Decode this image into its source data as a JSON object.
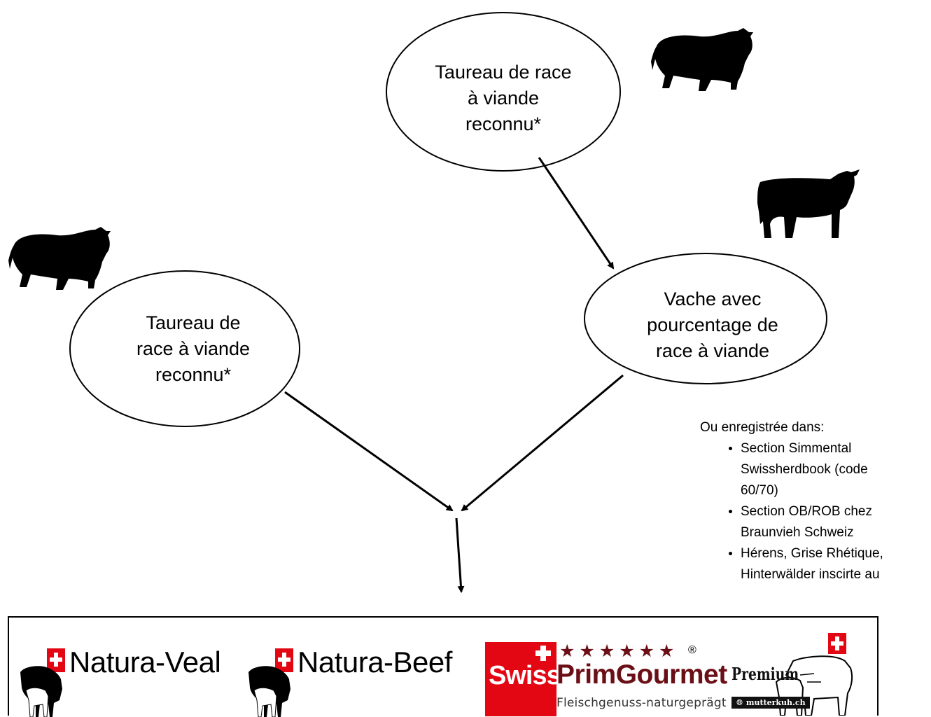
{
  "nodes": {
    "top": {
      "lines": [
        "Taureau de race",
        "à viande",
        "reconnu*"
      ]
    },
    "left": {
      "lines": [
        "Taureau de",
        "race à viande",
        "reconnu*"
      ]
    },
    "right": {
      "lines": [
        "Vache avec",
        "pourcentage de",
        "race à viande"
      ]
    }
  },
  "note": {
    "intro": "Ou enregistrée dans:",
    "items": [
      "Section Simmental Swissherdbook (code 60/70)",
      "Section OB/ROB chez Braunvieh Schweiz",
      "Hérens, Grise Rhétique, Hinterwälder inscirte au"
    ]
  },
  "logos": {
    "natura_veal": "Natura-Veal",
    "natura_beef": "Natura-Beef",
    "spg_swiss": "Swiss",
    "spg_prim": "PrimGourmet",
    "spg_stars": "★★★★★★",
    "spg_registered": "®",
    "spg_tagline": "Fleischgenuss-naturgeprägt",
    "premium": "Premium",
    "premium_sub": "® mutterkuh.ch"
  },
  "colors": {
    "brand_red": "#e30613",
    "spg_dark": "#6b0f16",
    "line": "#000000"
  },
  "icons": [
    "bull-silhouette-icon",
    "cow-silhouette-icon"
  ]
}
